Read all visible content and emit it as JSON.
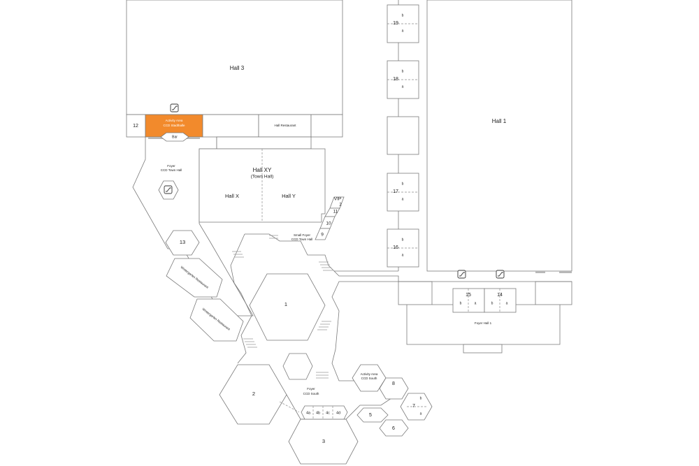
{
  "colors": {
    "highlight": "#f28a2c",
    "line": "#7a7a7a",
    "stairs": "#b8b8b8",
    "background": "#ffffff"
  },
  "icon_names": {
    "escalator": "escalator-icon",
    "stairs": "stairs-icon"
  },
  "labels": {
    "hall3": "Hall 3",
    "hall1": "Hall 1",
    "room12": "12",
    "activity_stadthalle_1": "Activity Area",
    "activity_stadthalle_2": "CCD Stadthalle",
    "bar": "Bar",
    "hall_restaurant": "Hall Restaurant",
    "foyer_town_hall_1": "Foyer",
    "foyer_town_hall_2": "CCD Town Hall",
    "hall_xy_1": "Hall XY",
    "hall_xy_2": "(Town Hall)",
    "hall_x": "Hall X",
    "hall_y": "Hall Y",
    "vip": "VIP",
    "room2_small": "2",
    "room11": "11",
    "room10": "10",
    "room9": "9",
    "small_foyer_1": "Small Foyer",
    "small_foyer_2": "CCD Town Hall",
    "room13": "13",
    "wintergarten_1": "Wintergarten Restaurant",
    "wintergarten_2": "Wintergarten Restaurant",
    "room1": "1",
    "room2": "2",
    "foyer_south_1": "Foyer",
    "foyer_south_2": "CCD South",
    "activity_south_1": "Activity Area",
    "activity_south_2": "CCD South",
    "room8": "8",
    "room7": "7",
    "room7b": "b",
    "room7a": "a",
    "room5": "5",
    "room6": "6",
    "room3": "3",
    "room4a": "4a",
    "room4b": "4b",
    "room4c": "4c",
    "room4d": "4d",
    "room19": "19",
    "room18": "18",
    "room17": "17",
    "room16": "16",
    "room19b": "b",
    "room19a": "a",
    "room18b": "b",
    "room18a": "a",
    "room17b": "b",
    "room17a": "a",
    "room16b": "b",
    "room16a": "a",
    "room15": "15",
    "room14": "14",
    "room15b": "b",
    "room15a": "a",
    "room14b": "b",
    "room14a": "a",
    "foyer_hall1": "Foyer Hall 1"
  }
}
